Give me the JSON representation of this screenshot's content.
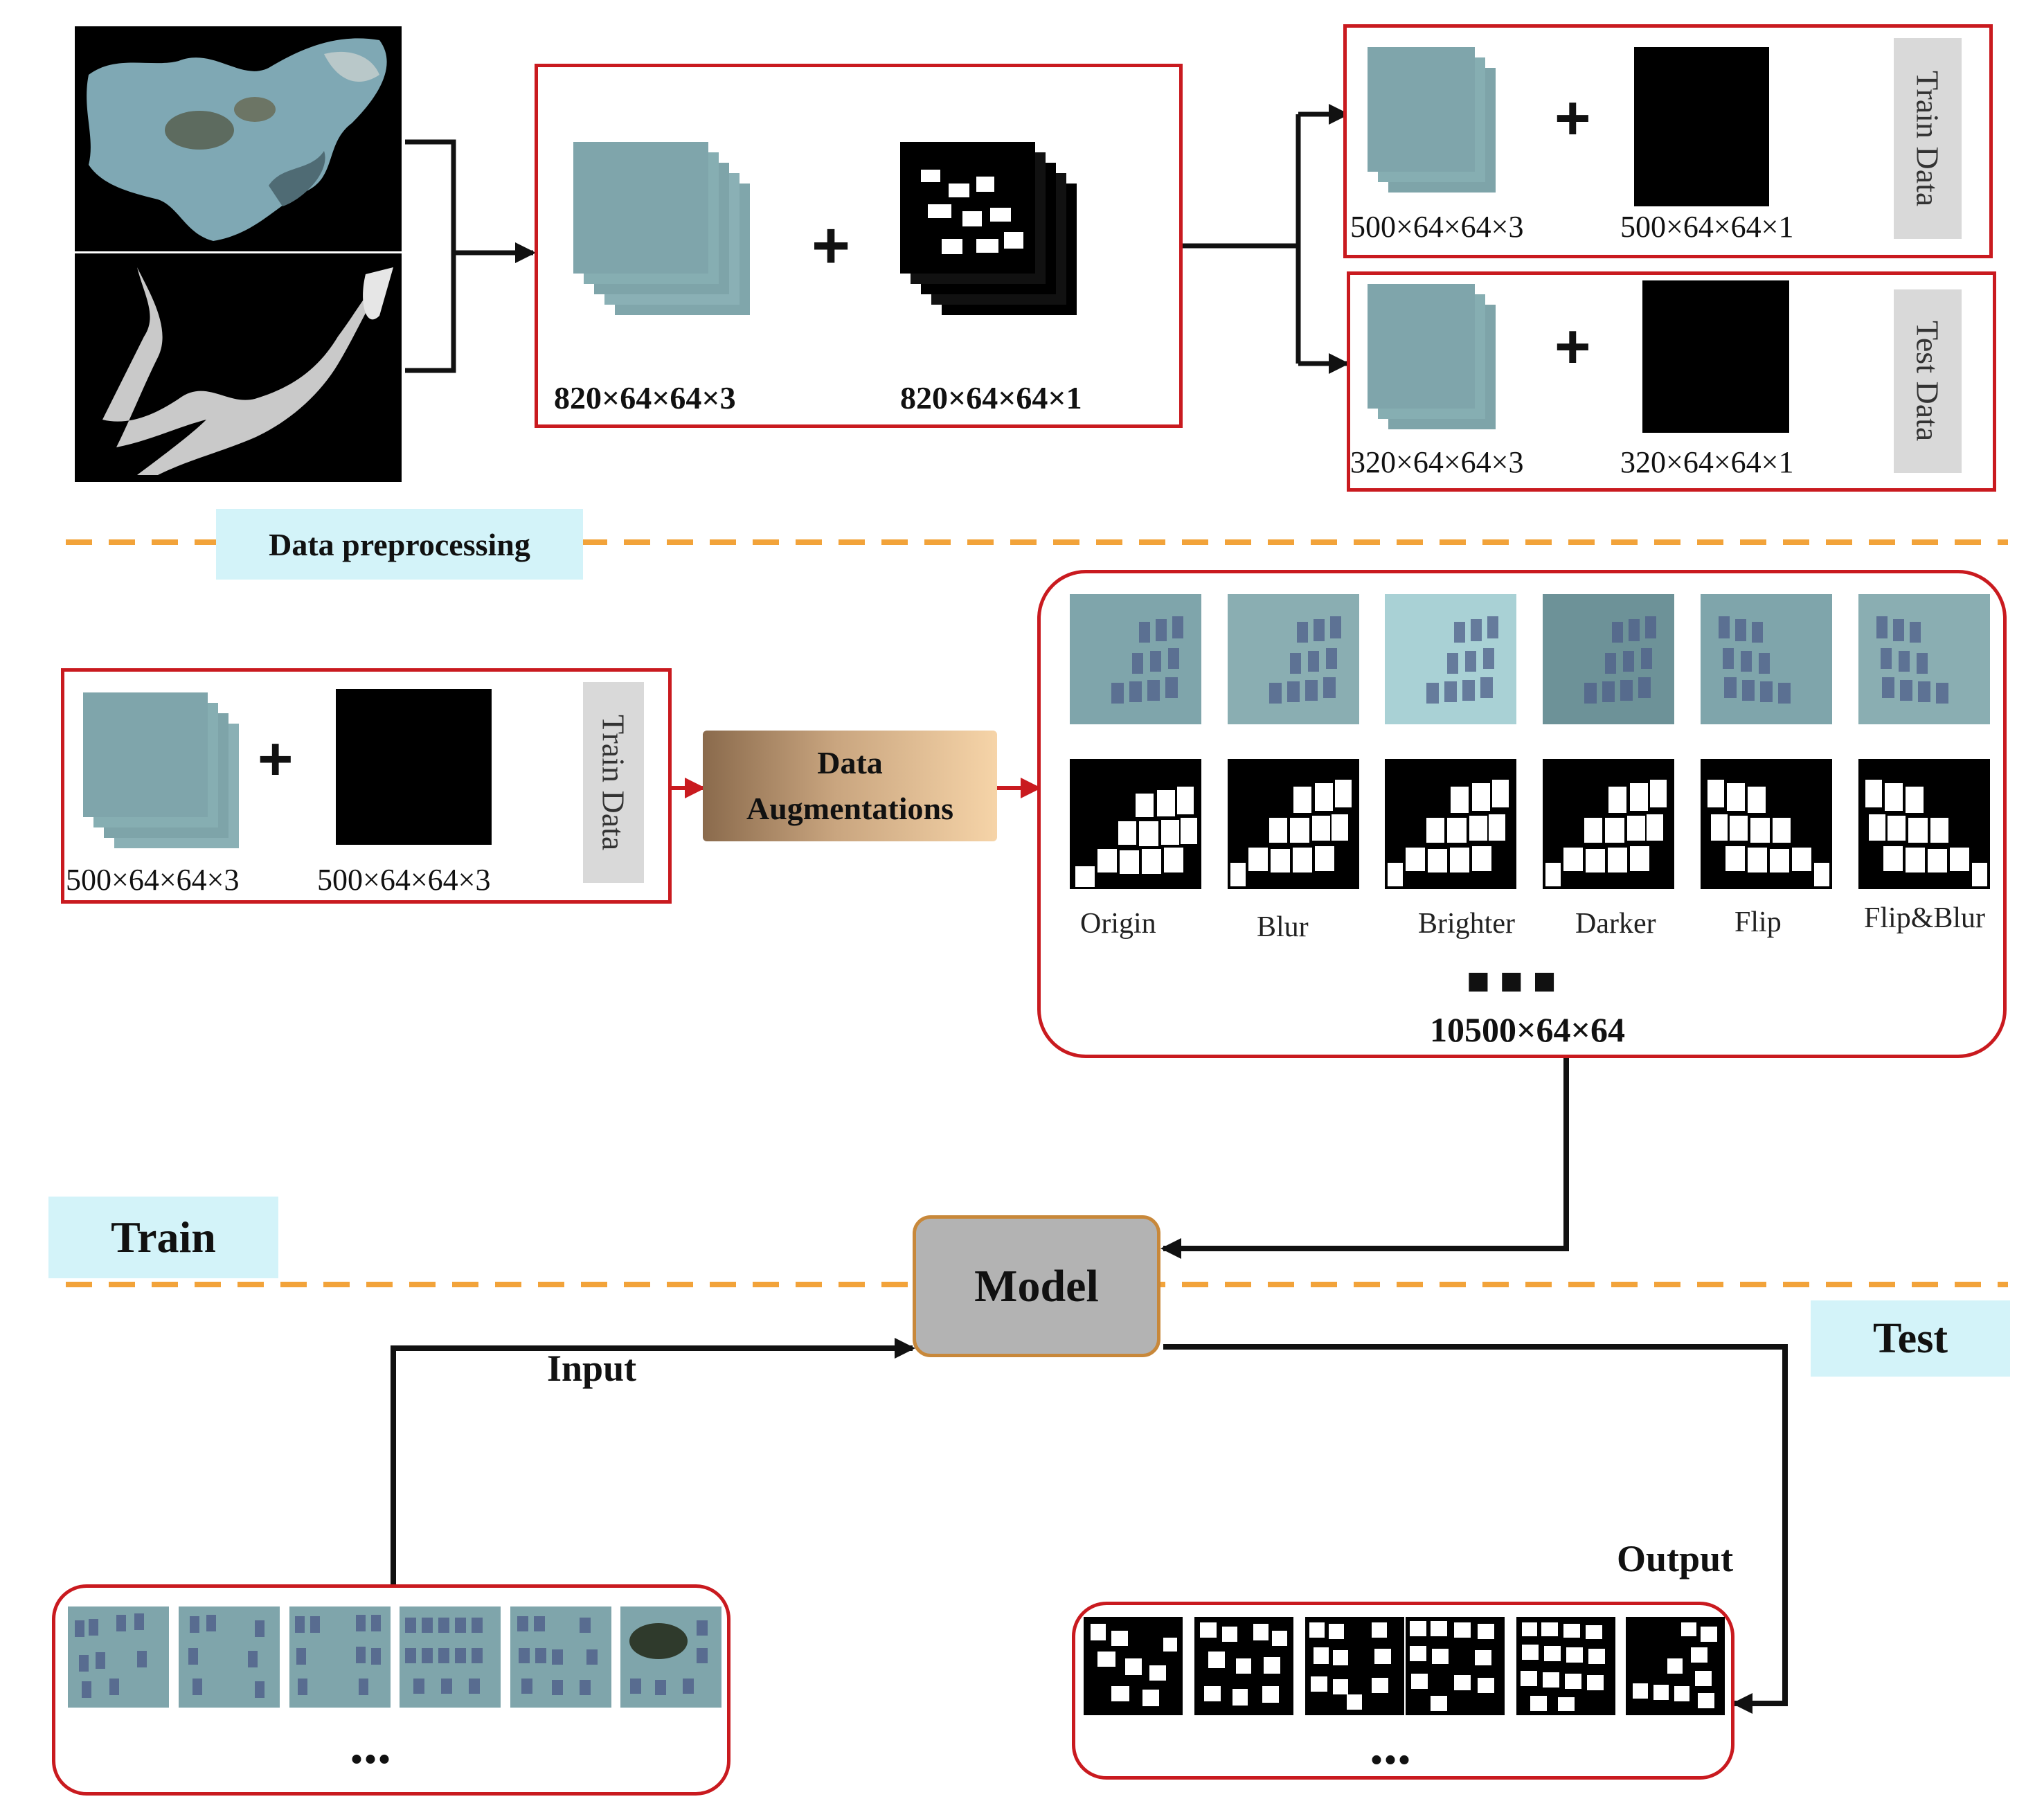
{
  "preprocessing": {
    "patch_rgb_label": "820×64×64×3",
    "patch_mask_label": "820×64×64×1",
    "train_rgb_label": "500×64×64×3",
    "train_mask_label": "500×64×64×1",
    "test_rgb_label": "320×64×64×3",
    "test_mask_label": "320×64×64×1",
    "train_tag": "Train Data",
    "test_tag": "Test Data",
    "stage_label": "Data preprocessing",
    "plus": "+"
  },
  "training": {
    "train_tag": "Train Data",
    "rgb_label": "500×64×64×3",
    "mask_label": "500×64×64×3",
    "augment_line1": "Data",
    "augment_line2": "Augmentations",
    "aug_names": [
      "Origin",
      "Blur",
      "Brighter",
      "Darker",
      "Flip",
      "Flip&Blur"
    ],
    "ellipsis": "■ ■ ■",
    "augmented_count": "10500×64×64",
    "stage_label": "Train",
    "plus": "+"
  },
  "model": {
    "label": "Model"
  },
  "testing": {
    "stage_label": "Test",
    "input_label": "Input",
    "output_label": "Output",
    "input_ellipsis": "...",
    "output_ellipsis": "..."
  },
  "colors": {
    "frame": "#c91a1f",
    "dashed_line": "#f2a33a",
    "tag_bg": "#d3f3f9",
    "model_fill": "#b3b3b3",
    "model_border": "#c8883a"
  }
}
